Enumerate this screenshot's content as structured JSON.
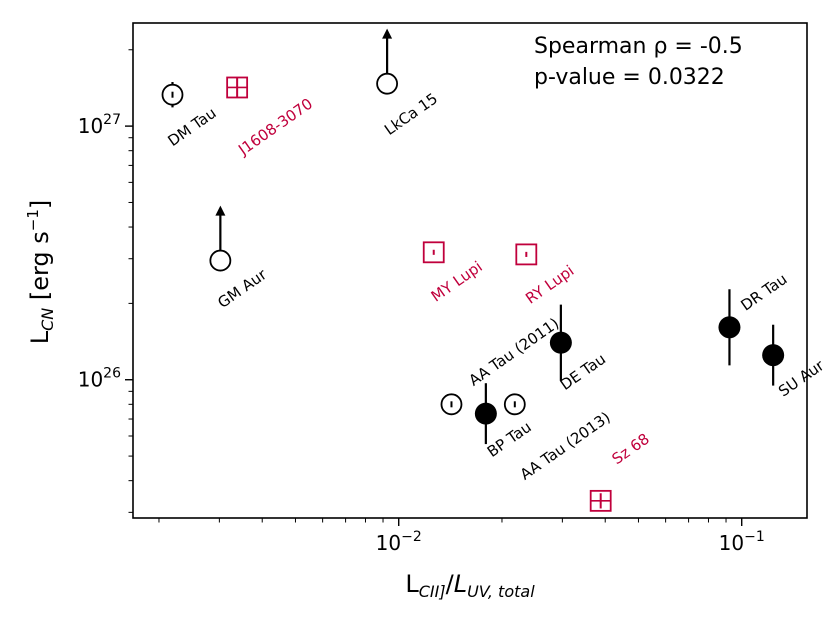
{
  "colors": {
    "black": "#000000",
    "crimson": "#c0003c"
  },
  "chart_data": {
    "type": "scatter",
    "x_scale": "log",
    "y_scale": "log",
    "xlim": [
      0.00168,
      0.155
    ],
    "ylim": [
      2.85e+25,
      2.55e+27
    ],
    "xlabel_parts": [
      "L",
      "CII]",
      "/",
      "L",
      "UV, total"
    ],
    "ylabel_parts": [
      "L",
      "CN",
      " [erg s",
      "−1",
      "]"
    ],
    "x_major_ticks": [
      {
        "value": 0.01,
        "mantissa": "10",
        "exp": "−2"
      },
      {
        "value": 0.1,
        "mantissa": "10",
        "exp": "−1"
      }
    ],
    "y_major_ticks": [
      {
        "value": 1e+26,
        "mantissa": "10",
        "exp": "26"
      },
      {
        "value": 1e+27,
        "mantissa": "10",
        "exp": "27"
      }
    ],
    "annotation_lines": [
      "Spearman ρ =  -0.5",
      "p-value = 0.0322"
    ],
    "points": [
      {
        "label": "DM Tau",
        "x": 0.00219,
        "y": 1.33e+27,
        "marker": "circle-dot",
        "color": "black",
        "yerr": 0.05,
        "arrow": false,
        "label_dx": 0,
        "label_dy": 52
      },
      {
        "label": "J1608-3070",
        "x": 0.00338,
        "y": 1.42e+27,
        "marker": "square-bar",
        "color": "crimson",
        "yerr": 0.04,
        "arrow": false,
        "label_dx": 6,
        "label_dy": 68
      },
      {
        "label": "LkCa 15",
        "x": 0.00925,
        "y": 1.47e+27,
        "marker": "circle-open",
        "color": "black",
        "yerr": 0,
        "arrow": true,
        "label_dx": 2,
        "label_dy": 52
      },
      {
        "label": "GM Aur",
        "x": 0.00302,
        "y": 2.95e+26,
        "marker": "circle-open",
        "color": "black",
        "yerr": 0,
        "arrow": true,
        "label_dx": 2,
        "label_dy": 48
      },
      {
        "label": "MY Lupi",
        "x": 0.01265,
        "y": 3.18e+26,
        "marker": "square-bar",
        "color": "crimson",
        "yerr": 0.01,
        "arrow": false,
        "label_dx": 2,
        "label_dy": 50
      },
      {
        "label": "RY Lupi",
        "x": 0.02355,
        "y": 3.12e+26,
        "marker": "square-bar",
        "color": "crimson",
        "yerr": 0.01,
        "arrow": false,
        "label_dx": 4,
        "label_dy": 50
      },
      {
        "label": "AA Tau (2011)",
        "x": 0.01425,
        "y": 8e+25,
        "marker": "circle-dot",
        "color": "black",
        "yerr": 0.01,
        "arrow": false,
        "label_dx": 22,
        "label_dy": -18
      },
      {
        "label": "BP Tau",
        "x": 0.01795,
        "y": 7.35e+25,
        "marker": "filled",
        "color": "black",
        "yerr": 0.12,
        "arrow": false,
        "label_dx": 6,
        "label_dy": 44
      },
      {
        "label": "AA Tau (2013)",
        "x": 0.0218,
        "y": 8e+25,
        "marker": "circle-dot",
        "color": "black",
        "yerr": 0.01,
        "arrow": false,
        "label_dx": 10,
        "label_dy": 76
      },
      {
        "label": "DE Tau",
        "x": 0.0297,
        "y": 1.4e+26,
        "marker": "filled",
        "color": "black",
        "yerr": 0.15,
        "arrow": false,
        "label_dx": 4,
        "label_dy": 48
      },
      {
        "label": "DR Tau",
        "x": 0.0921,
        "y": 1.61e+26,
        "marker": "filled",
        "color": "black",
        "yerr": 0.15,
        "arrow": false,
        "label_dx": 16,
        "label_dy": -16
      },
      {
        "label": "SU Aur",
        "x": 0.1235,
        "y": 1.25e+26,
        "marker": "filled",
        "color": "black",
        "yerr": 0.12,
        "arrow": false,
        "label_dx": 10,
        "label_dy": 42
      },
      {
        "label": "Sz 68",
        "x": 0.0388,
        "y": 3.33e+25,
        "marker": "square-bar",
        "color": "crimson",
        "yerr": 0.03,
        "arrow": false,
        "label_dx": 16,
        "label_dy": -36
      }
    ]
  }
}
